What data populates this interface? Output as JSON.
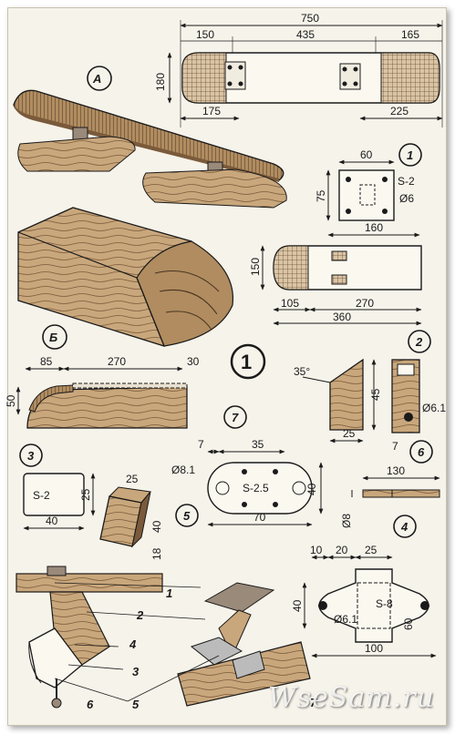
{
  "colors": {
    "paper": "#f6f3ea",
    "ink": "#1a1a1a",
    "wood": "#c9a77c",
    "wood_dark": "#7a5a3a",
    "hatch": "#6b4f34"
  },
  "labels": {
    "a": "А",
    "b": "Б",
    "n1": "1",
    "n1_circle": "1",
    "n2": "2",
    "n3": "3",
    "n4": "4",
    "n5": "5",
    "n6": "6",
    "n7": "7"
  },
  "top_view": {
    "d750": "750",
    "d150": "150",
    "d435": "435",
    "d165": "165",
    "d180": "180",
    "d175": "175",
    "d225": "225"
  },
  "plate1": {
    "d60": "60",
    "d75": "75",
    "s2": "S-2",
    "d6": "Ø6"
  },
  "board_b": {
    "d160": "160",
    "d150": "150",
    "d105": "105",
    "d270": "270",
    "d360": "360"
  },
  "side_b": {
    "d85": "85",
    "d270": "270",
    "d30": "30",
    "d50": "50"
  },
  "part2": {
    "angle": "35°",
    "d45": "45",
    "d25": "25",
    "d7": "7",
    "d61": "Ø6.1"
  },
  "part3": {
    "s2": "S-2",
    "d25": "25",
    "d40": "40"
  },
  "part5": {
    "d25": "25",
    "d40": "40",
    "d18": "18"
  },
  "part7": {
    "d7": "7",
    "d35": "35",
    "d81": "Ø8.1",
    "s25": "S-2.5",
    "d40": "40",
    "d70": "70"
  },
  "part4": {
    "d130": "130",
    "d8": "Ø8"
  },
  "part6": {
    "d10": "10",
    "d20": "20",
    "d25": "25",
    "d40": "40",
    "s8": "S-8",
    "d61": "Ø6.1",
    "d60": "60",
    "d100": "100"
  },
  "assembly": {
    "c1": "1",
    "c2": "2",
    "c3": "3",
    "c4": "4",
    "c5": "5",
    "c6": "6",
    "c7": "7"
  },
  "watermark": "WseSam.ru"
}
